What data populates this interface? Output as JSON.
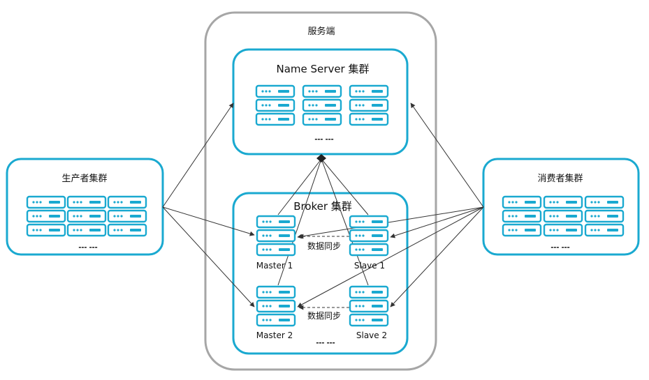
{
  "server_side": {
    "title": "服务端"
  },
  "name_server": {
    "title": "Name Server 集群",
    "more": "--- ---"
  },
  "broker": {
    "title": "Broker 集群",
    "more": "--- ---",
    "master1": "Master 1",
    "slave1": "Slave 1",
    "master2": "Master 2",
    "slave2": "Slave 2",
    "sync1": "数据同步",
    "sync2": "数据同步"
  },
  "producer": {
    "title": "生产者集群",
    "more": "--- ---"
  },
  "consumer": {
    "title": "消费者集群",
    "more": "--- ---"
  },
  "colors": {
    "accent": "#1aa9d0",
    "outer_border": "#a6a6a6",
    "line": "#333333"
  },
  "icons": {
    "server": "server-rack-icon"
  }
}
